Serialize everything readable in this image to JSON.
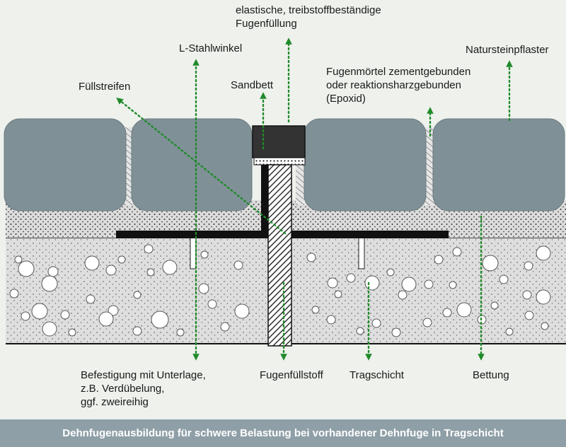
{
  "labels": {
    "fugenfuellung": [
      "elastische, treibstoffbeständige",
      "Fugenfüllung"
    ],
    "stahlwinkel": "L-Stahlwinkel",
    "natursteinpflaster": "Natursteinpflaster",
    "fugenmoertel": [
      "Fugenmörtel zementgebunden",
      "oder reaktionsharzgebunden",
      "(Epoxid)"
    ],
    "fuellstreifen": "Füllstreifen",
    "sandbett": "Sandbett",
    "befestigung": [
      "Befestigung mit Unterlage,",
      "z.B. Verdübelung,",
      "ggf. zweireihig"
    ],
    "fugenfuellstoff": "Fugenfüllstoff",
    "tragschicht": "Tragschicht",
    "bettung": "Bettung"
  },
  "caption": "Dehnfugenausbildung für schwere Belastung bei vorhandener Dehnfuge in Tragschicht",
  "colors": {
    "background": "#eef1ec",
    "stone": "#7f9197",
    "bedding": "#dcdcdc",
    "base_layer": "#dedede",
    "steel": "#111111",
    "arrow": "#1f8a2a",
    "caption_bar": "#8f9fa7"
  }
}
